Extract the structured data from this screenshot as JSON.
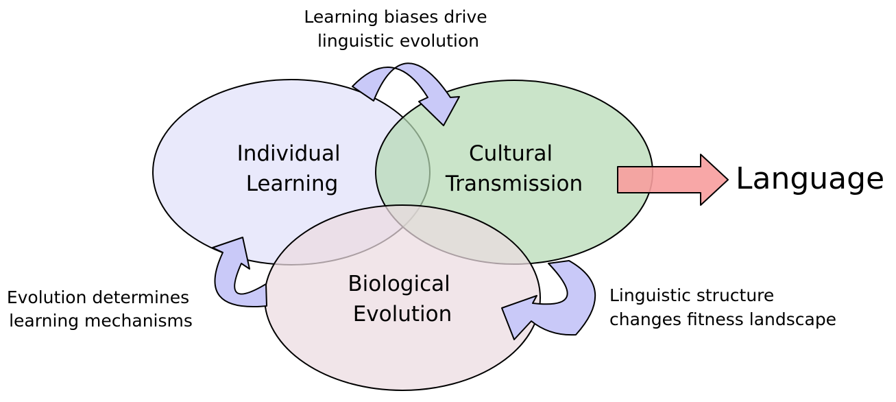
{
  "circles": {
    "individual": {
      "line1": "Individual",
      "line2": "Learning",
      "fill": "#e9e9fb"
    },
    "cultural": {
      "line1": "Cultural",
      "line2": "Transmission",
      "fill": "#b5dab4"
    },
    "biological": {
      "line1": "Biological",
      "line2": "Evolution",
      "fill": "#ecdbe1"
    }
  },
  "arrows": {
    "top": {
      "line1": "Learning biases drive",
      "line2": "linguistic evolution"
    },
    "left": {
      "line1": "Evolution determines",
      "line2": "learning mechanisms"
    },
    "right": {
      "line1": "Linguistic structure",
      "line2": "changes fitness landscape"
    },
    "curved_arrow_fill": "#c9c9f8",
    "output_arrow_fill": "#f79d9d"
  },
  "output": {
    "label": "Language"
  }
}
